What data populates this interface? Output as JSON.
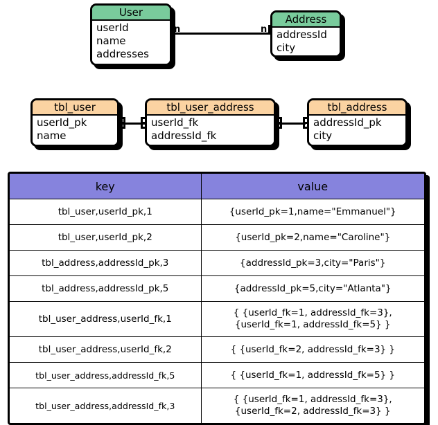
{
  "diagram": {
    "entities": [
      {
        "name": "User",
        "fields": [
          "userId",
          "name",
          "addresses"
        ],
        "header_color": "#79cb9c"
      },
      {
        "name": "Address",
        "fields": [
          "addressId",
          "city"
        ],
        "header_color": "#79cb9c"
      }
    ],
    "entity_relationship": {
      "left_cardinality": "n",
      "right_cardinality": "n"
    },
    "tables": [
      {
        "name": "tbl_user",
        "fields": [
          "userId_pk",
          "name"
        ],
        "header_color": "#fbd3a2"
      },
      {
        "name": "tbl_user_address",
        "fields": [
          "userId_fk",
          "addressId_fk"
        ],
        "header_color": "#fbd3a2"
      },
      {
        "name": "tbl_address",
        "fields": [
          "addressId_pk",
          "city"
        ],
        "header_color": "#fbd3a2"
      }
    ]
  },
  "kv_table": {
    "header_color": "#8683dd",
    "columns": [
      "key",
      "value"
    ],
    "rows": [
      {
        "key": "tbl_user,userId_pk,1",
        "value": "{userId_pk=1,name=\"Emmanuel\"}",
        "tall": false
      },
      {
        "key": "tbl_user,userId_pk,2",
        "value": "{userId_pk=2,name=\"Caroline\"}",
        "tall": false
      },
      {
        "key": "tbl_address,addressId_pk,3",
        "value": "{addressId_pk=3,city=\"Paris\"}",
        "tall": false
      },
      {
        "key": "tbl_address,addressId_pk,5",
        "value": "{addressId_pk=5,city=\"Atlanta\"}",
        "tall": false
      },
      {
        "key": "tbl_user_address,userId_fk,1",
        "value": "{ {userId_fk=1, addressId_fk=3},\n{userId_fk=1, addressId_fk=5} }",
        "tall": true
      },
      {
        "key": "tbl_user_address,userId_fk,2",
        "value": "{ {userId_fk=2, addressId_fk=3} }",
        "tall": false
      },
      {
        "key": "tbl_user_address,addressId_fk,5",
        "value": "{ {userId_fk=1, addressId_fk=5} }",
        "tall": false
      },
      {
        "key": "tbl_user_address,addressId_fk,3",
        "value": "{ {userId_fk=1, addressId_fk=3},\n{userId_fk=2, addressId_fk=3} }",
        "tall": true
      }
    ]
  }
}
